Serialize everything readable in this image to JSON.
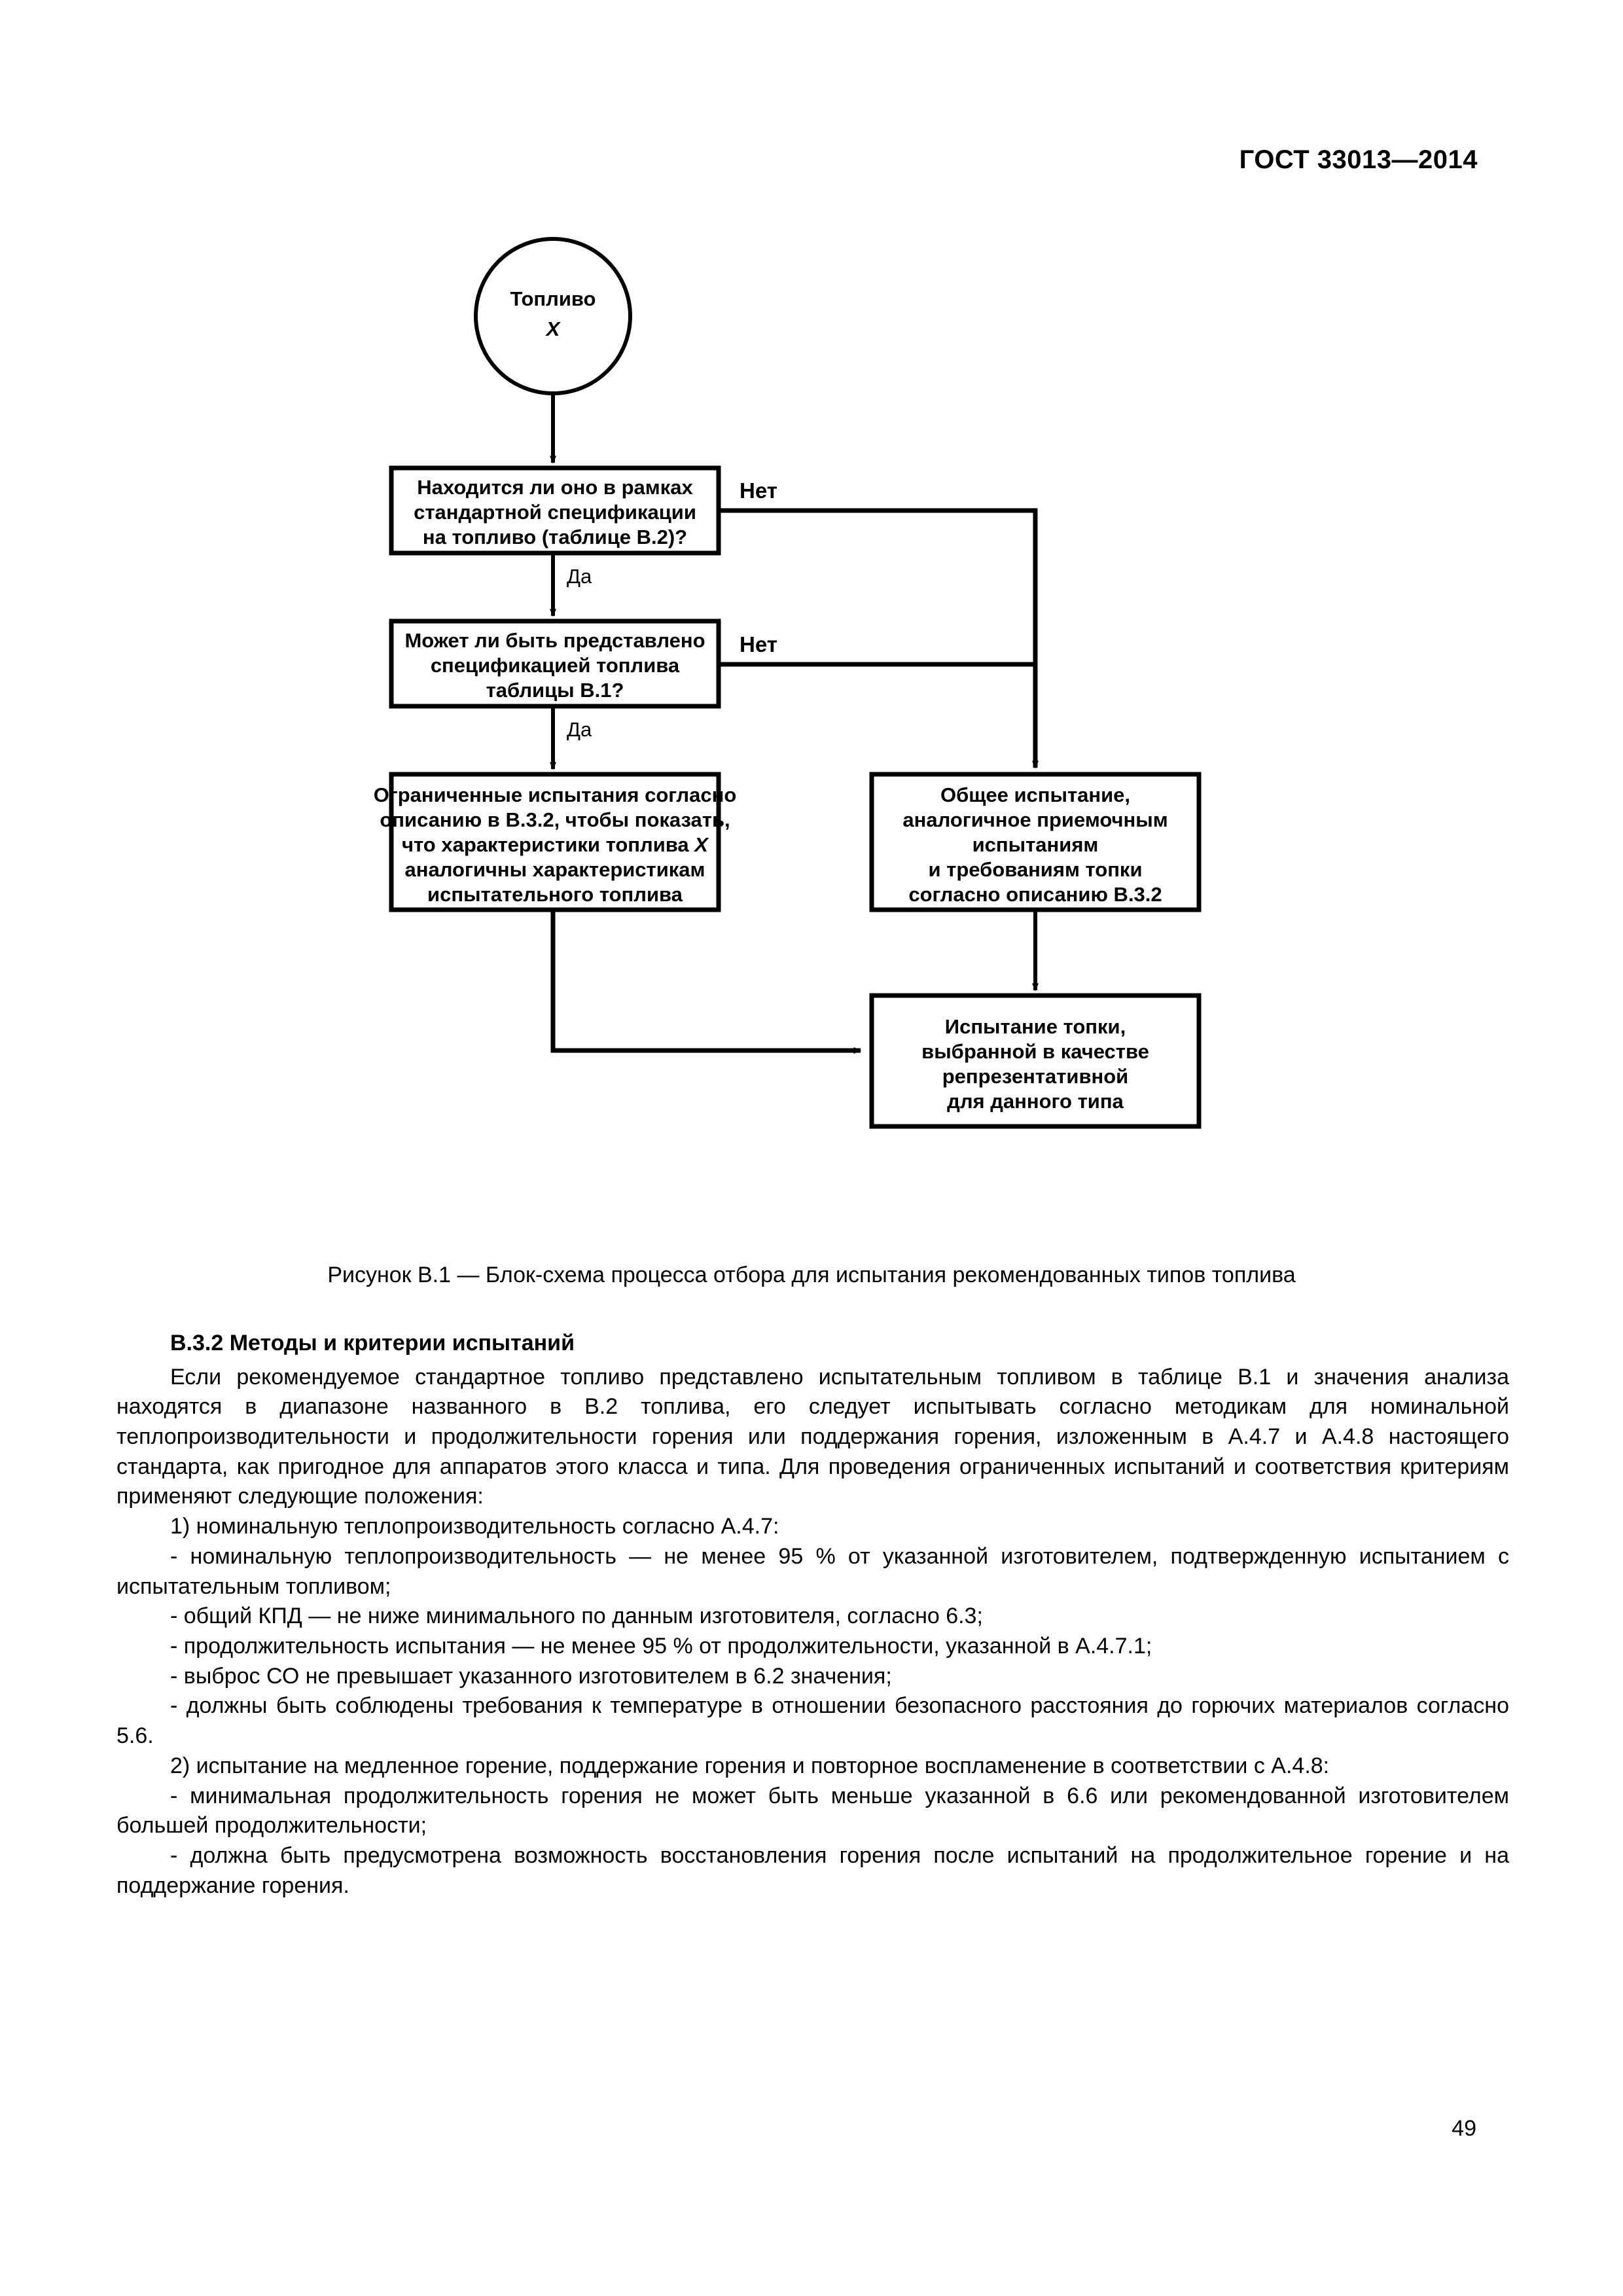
{
  "header": {
    "standard_title": "ГОСТ 33013—2014"
  },
  "figure": {
    "caption": "Рисунок В.1 — Блок-схема процесса отбора для испытания рекомендованных типов топлива",
    "start_node": {
      "line1": "Топливо",
      "line2": "X"
    },
    "decision1": {
      "line1": "Находится ли оно в рамках",
      "line2": "стандартной спецификации",
      "line3": "на топливо (таблице В.2)?"
    },
    "decision2": {
      "line1": "Может ли быть представлено",
      "line2": "спецификацией топлива",
      "line3": "таблицы В.1?"
    },
    "process_left": {
      "line1": "Ограниченные испытания согласно",
      "line2": "описанию в В.3.2, чтобы показать,",
      "line3_a": "что характеристики топлива ",
      "line3_b": "X",
      "line4": "аналогичны характеристикам",
      "line5": "испытательного топлива"
    },
    "process_right": {
      "line1": "Общее испытание,",
      "line2": "аналогичное приемочным",
      "line3": "испытаниям",
      "line4": "и требованиям топки",
      "line5": "согласно описанию В.3.2"
    },
    "process_bottom": {
      "line1": "Испытание топки,",
      "line2": "выбранной в качестве",
      "line3": "репрезентативной",
      "line4": "для данного типа"
    },
    "branch_labels": {
      "no_1": "Нет",
      "no_2": "Нет",
      "yes_1": "Да",
      "yes_2": "Да"
    }
  },
  "body": {
    "heading": "В.3.2 Методы и критерии испытаний",
    "paragraph_1": "Если рекомендуемое стандартное топливо представлено испытательным топливом в таблице В.1 и значения анализа находятся в диапазоне названного в В.2 топлива, его следует испытывать согласно методикам для номинальной теплопроизводительности и продолжительности горения или поддержания горения, изложенным в А.4.7 и А.4.8 настоящего стандарта, как пригодное для аппаратов этого класса и типа. Для проведения ограниченных испытаний и соответствия критериям применяют следующие положения:",
    "item_1": "1) номинальную теплопроизводительность согласно А.4.7:",
    "bullet_1_1": "- номинальную теплопроизводительность — не менее 95 % от указанной изготовителем, подтвержденную испытанием с испытательным топливом;",
    "bullet_1_2": "- общий КПД — не ниже минимального по данным изготовителя, согласно 6.3;",
    "bullet_1_3": "- продолжительность испытания — не менее 95 % от продолжительности, указанной в А.4.7.1;",
    "bullet_1_4": "-  выброс СО не превышает указанного изготовителем в 6.2 значения;",
    "bullet_1_5": "- должны быть соблюдены требования к температуре в отношении безопасного расстояния до горючих материалов согласно 5.6.",
    "item_2": "2) испытание на медленное горение, поддержание горения и повторное воспламенение в соответствии с А.4.8:",
    "bullet_2_1": "- минимальная продолжительность горения не может быть меньше указанной в 6.6 или рекомендованной изготовителем большей продолжительности;",
    "bullet_2_2": "- должна быть предусмотрена возможность восстановления горения после испытаний на продолжительное горение и на поддержание горения."
  },
  "folio": {
    "page_number": "49"
  }
}
